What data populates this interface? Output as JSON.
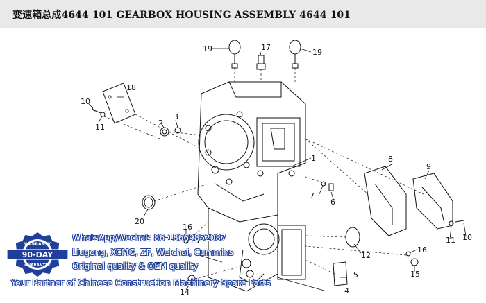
{
  "title": "变速箱总成4644 101    GEARBOX HOUSING ASSEMBLY 4644 101",
  "callouts": {
    "c1": "1",
    "c2": "2",
    "c3": "3",
    "c4": "4",
    "c5": "5",
    "c6": "6",
    "c7": "7",
    "c8": "8",
    "c9": "9",
    "c10a": "10",
    "c10b": "10",
    "c11a": "11",
    "c11b": "11",
    "c12": "12",
    "c13": "13",
    "c14": "14",
    "c15": "15",
    "c16a": "16",
    "c16b": "16",
    "c17": "17",
    "c18": "18",
    "c19a": "19",
    "c19b": "19",
    "c20": "20"
  },
  "watermark": {
    "line1": "WhatsApp/Wechat: 86-18669852087",
    "line2": "Liugong, XCMG, ZF, Weichai, Cummins",
    "line3": "Original quality & OEM quality",
    "line4": "Your Partner of Chinese Construction Machinery Spare Parts",
    "badge_top": "WARRANTY",
    "badge_main": "90-DAY",
    "badge_bottom": "GUARANTEE"
  },
  "colors": {
    "header_bg": "#e9e9e9",
    "watermark_blue": "#1f3f9a",
    "line": "#111111"
  }
}
